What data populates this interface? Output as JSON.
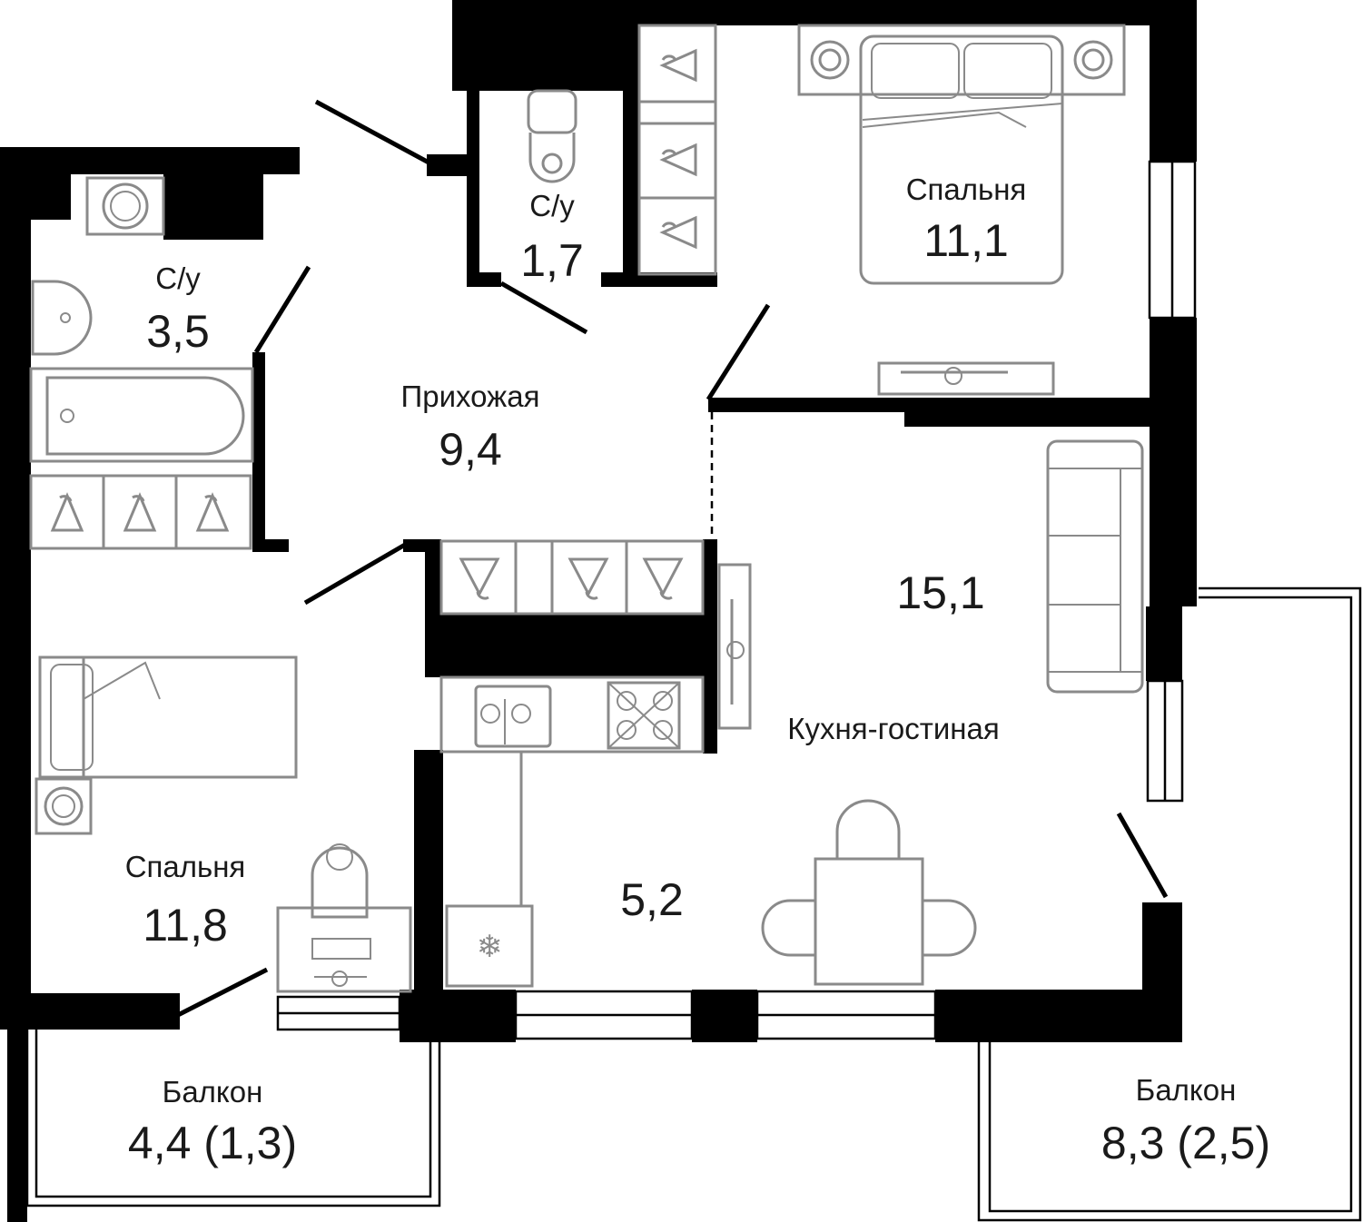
{
  "rooms": {
    "wc_small": {
      "name": "С/у",
      "area": "1,7"
    },
    "wc_large": {
      "name": "С/у",
      "area": "3,5"
    },
    "bedroom_1": {
      "name": "Спальня",
      "area": "11,1"
    },
    "hallway": {
      "name": "Прихожая",
      "area": "9,4"
    },
    "living_kitchen": {
      "name": "Кухня-гостиная",
      "area": "15,1"
    },
    "kitchen": {
      "area": "5,2"
    },
    "bedroom_2": {
      "name": "Спальня",
      "area": "11,8"
    },
    "balcony_1": {
      "name": "Балкон",
      "area": "4,4 (1,3)"
    },
    "balcony_2": {
      "name": "Балкон",
      "area": "8,3 (2,5)"
    }
  },
  "colors": {
    "wall": "#000000",
    "furniture": "#8a8a8a",
    "background": "#ffffff"
  }
}
